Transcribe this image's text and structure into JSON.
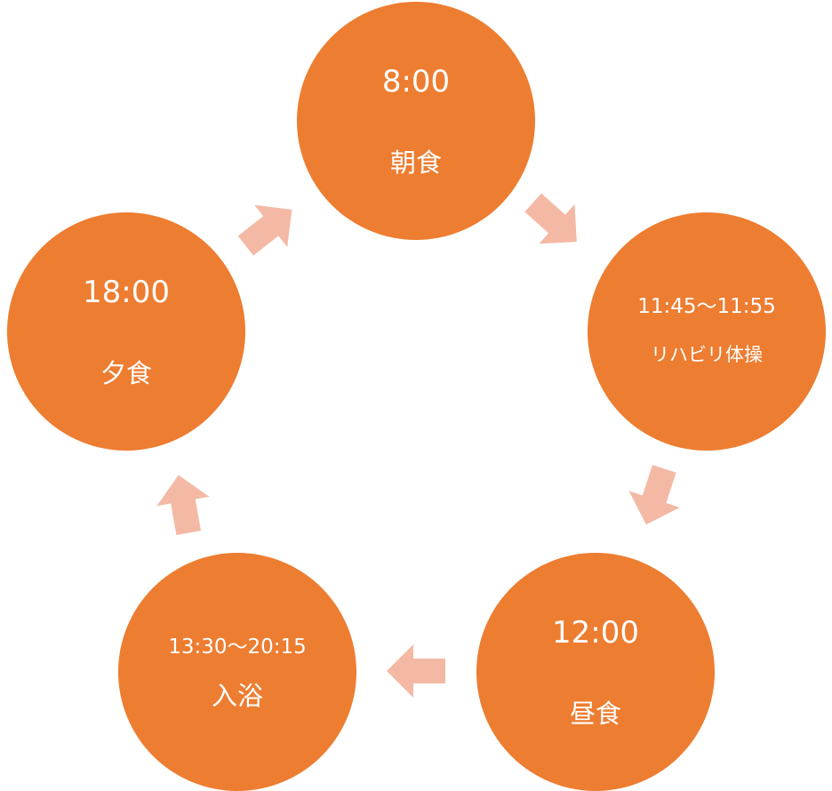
{
  "colors": {
    "node_fill": "#ED7D31",
    "arrow_fill": "#F4B9A4",
    "text": "#FFFFFF"
  },
  "cycle": [
    {
      "time": "8:00",
      "label": "朝食"
    },
    {
      "time": "11:45～11:55",
      "label": "リハビリ体操"
    },
    {
      "time": "12:00",
      "label": "昼食"
    },
    {
      "time": "13:30～20:15",
      "label": "入浴"
    },
    {
      "time": "18:00",
      "label": "夕食"
    }
  ]
}
